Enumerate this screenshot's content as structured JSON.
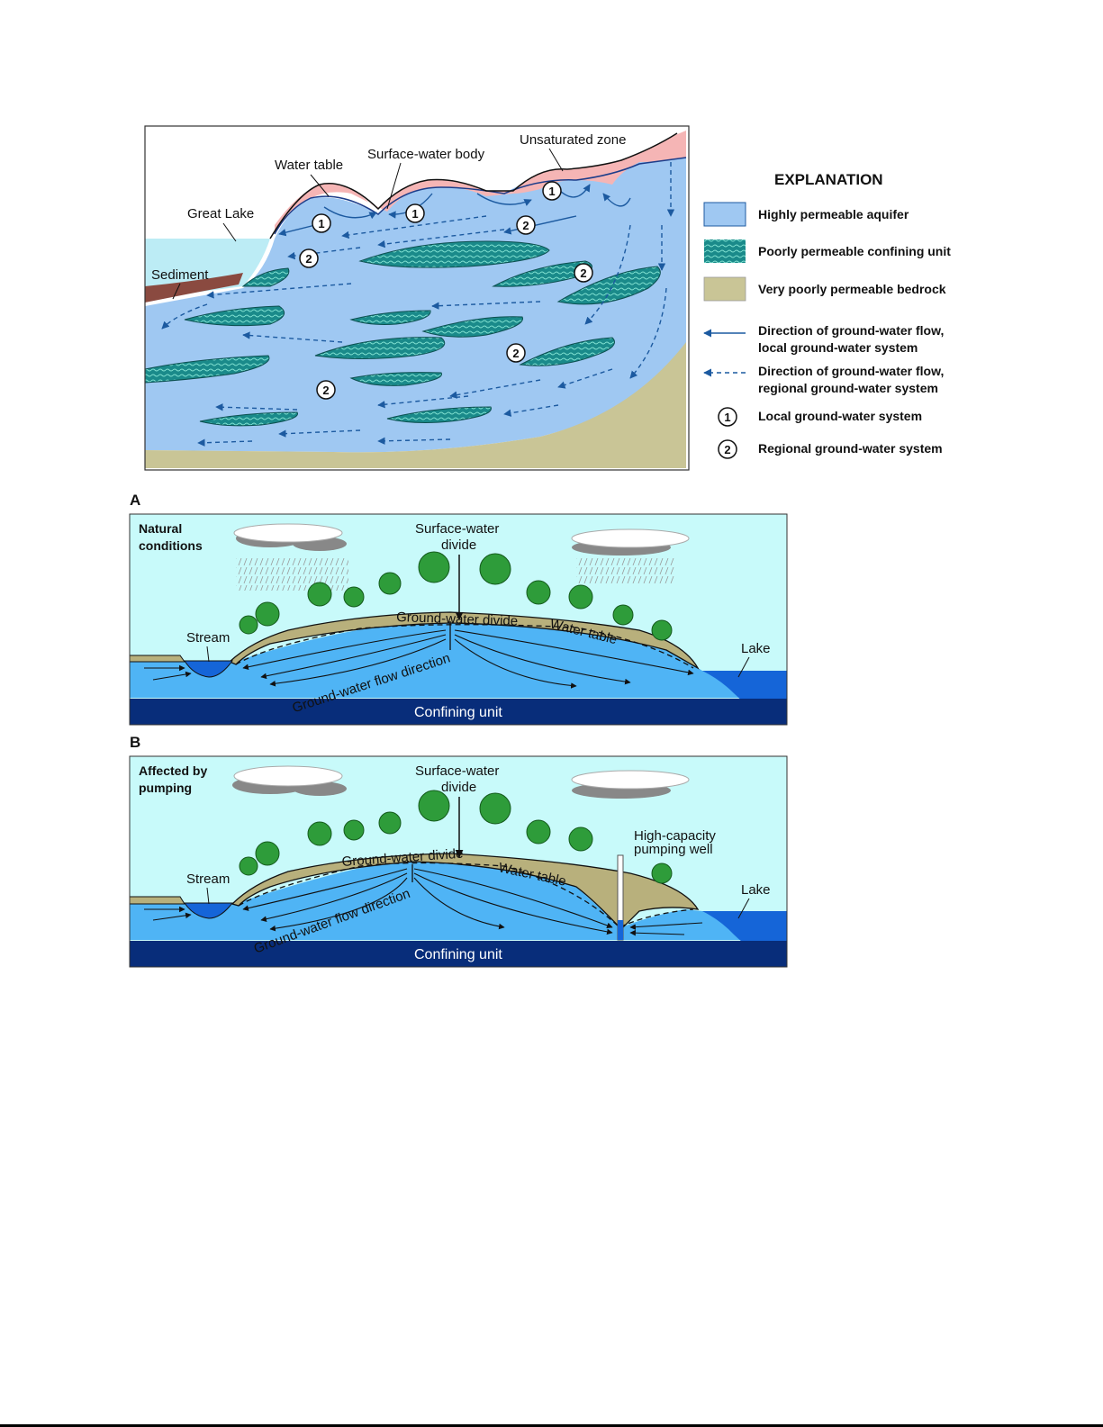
{
  "colors": {
    "aquifer": "#9fc8f2",
    "confining": "#1a8a8a",
    "bedrock": "#c9c596",
    "unsaturated": "#f5b5b5",
    "sky": "#c8fafa",
    "lake_water": "#1565d8",
    "groundwater": "#4fb4f5",
    "confining_dark": "#082d7a",
    "tan": "#b8b07c",
    "tree": "#2e9c3a",
    "flow_arrow": "#1c5aa0"
  },
  "top_figure": {
    "labels": {
      "great_lake": "Great Lake",
      "water_table": "Water table",
      "surface_water_body": "Surface-water body",
      "unsaturated_zone": "Unsaturated zone",
      "sediment": "Sediment"
    },
    "markers": {
      "local": "1",
      "regional": "2"
    }
  },
  "explanation": {
    "title": "EXPLANATION",
    "items": [
      {
        "key": "aquifer",
        "label": "Highly permeable aquifer"
      },
      {
        "key": "confining",
        "label": "Poorly permeable confining unit"
      },
      {
        "key": "bedrock",
        "label": "Very poorly permeable bedrock"
      },
      {
        "key": "local_flow",
        "label_1": "Direction of ground-water flow,",
        "label_2": "local ground-water system"
      },
      {
        "key": "regional_flow",
        "label_1": "Direction of ground-water flow,",
        "label_2": "regional ground-water system"
      },
      {
        "key": "local_system",
        "marker": "1",
        "label": "Local ground-water system"
      },
      {
        "key": "regional_system",
        "marker": "2",
        "label": "Regional ground-water system"
      }
    ]
  },
  "panel_a": {
    "letter": "A",
    "title_1": "Natural",
    "title_2": "conditions",
    "surface_divide_1": "Surface-water",
    "surface_divide_2": "divide",
    "groundwater_divide": "Ground-water divide",
    "water_table": "Water table",
    "stream": "Stream",
    "lake": "Lake",
    "flow_direction": "Ground-water flow direction",
    "confining_unit": "Confining unit"
  },
  "panel_b": {
    "letter": "B",
    "title_1": "Affected by",
    "title_2": "pumping",
    "surface_divide_1": "Surface-water",
    "surface_divide_2": "divide",
    "groundwater_divide": "Ground-water divide",
    "water_table": "Water table",
    "stream": "Stream",
    "lake": "Lake",
    "well_1": "High-capacity",
    "well_2": "pumping well",
    "flow_direction": "Ground-water flow direction",
    "confining_unit": "Confining unit"
  }
}
